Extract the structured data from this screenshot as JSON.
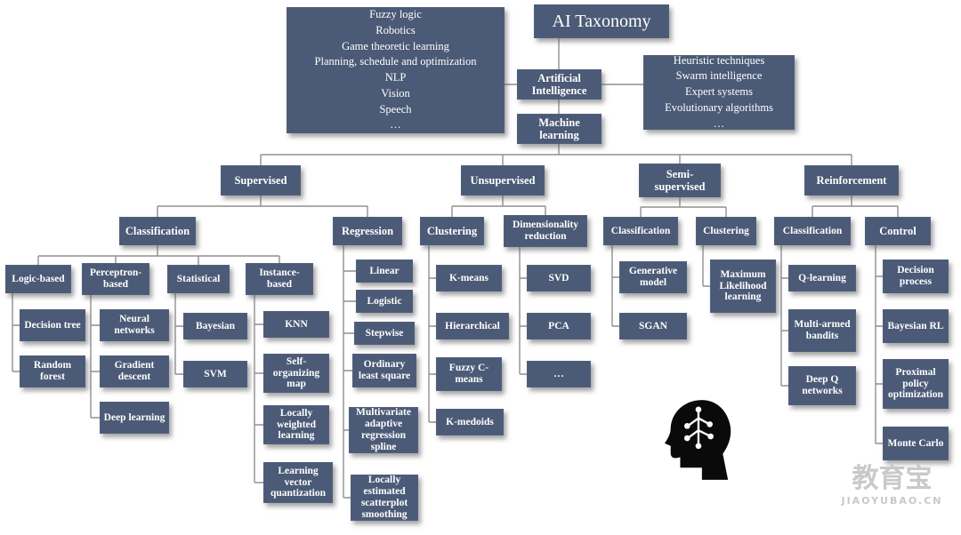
{
  "title": "AI Taxonomy",
  "ai_domains_box": {
    "lines": [
      "Fuzzy logic",
      "Robotics",
      "Game theoretic learning",
      "Planning, schedule and optimization",
      "NLP",
      "Vision",
      "Speech",
      "…"
    ]
  },
  "ai_techniques_box": {
    "lines": [
      "Heuristic techniques",
      "Swarm intelligence",
      "Expert systems",
      "Evolutionary algorithms",
      "…"
    ]
  },
  "nodes": {
    "ai": "Artificial Intelligence",
    "ml": "Machine learning",
    "supervised": "Supervised",
    "unsupervised": "Unsupervised",
    "semi": "Semi-supervised",
    "reinforcement": "Reinforcement",
    "sup_class": "Classification",
    "regression": "Regression",
    "clustering_u": "Clustering",
    "dimred": "Dimensionality reduction",
    "semi_class": "Classification",
    "semi_clust": "Clustering",
    "rl_class": "Classification",
    "control": "Control",
    "logic": "Logic-based",
    "perceptron": "Perceptron-based",
    "statistical": "Statistical",
    "instance": "Instance-based",
    "decision_tree": "Decision tree",
    "random_forest": "Random forest",
    "neural": "Neural networks",
    "gradient": "Gradient descent",
    "deep": "Deep learning",
    "bayesian": "Bayesian",
    "svm": "SVM",
    "knn": "KNN",
    "som": "Self-organizing map",
    "lwl": "Locally weighted learning",
    "lvq": "Learning vector quantization",
    "linear": "Linear",
    "logistic": "Logistic",
    "stepwise": "Stepwise",
    "ols": "Ordinary least square",
    "mars": "Multivariate adaptive regression spline",
    "loess": "Locally estimated scatterplot smoothing",
    "kmeans": "K-means",
    "hierarchical": "Hierarchical",
    "fuzzy_c": "Fuzzy C-means",
    "kmedoids": "K-medoids",
    "svd": "SVD",
    "pca": "PCA",
    "dimred_more": "…",
    "generative": "Generative model",
    "sgan": "SGAN",
    "mll": "Maximum Likelihood learning",
    "qlearning": "Q-learning",
    "mab": "Multi-armed bandits",
    "dqn": "Deep Q networks",
    "decision_process": "Decision process",
    "bayes_rl": "Bayesian RL",
    "ppo": "Proximal policy optimization",
    "monte_carlo": "Monte Carlo"
  },
  "watermark": {
    "cjk": "教育宝",
    "domain": "JIAOYUBAO.CN"
  },
  "colors": {
    "node_fill": "#4b5a76",
    "node_text": "#ffffff",
    "connector": "#909090",
    "watermark": "#c9c9c9",
    "background": "#ffffff",
    "head_icon": "#0a0a0a"
  }
}
